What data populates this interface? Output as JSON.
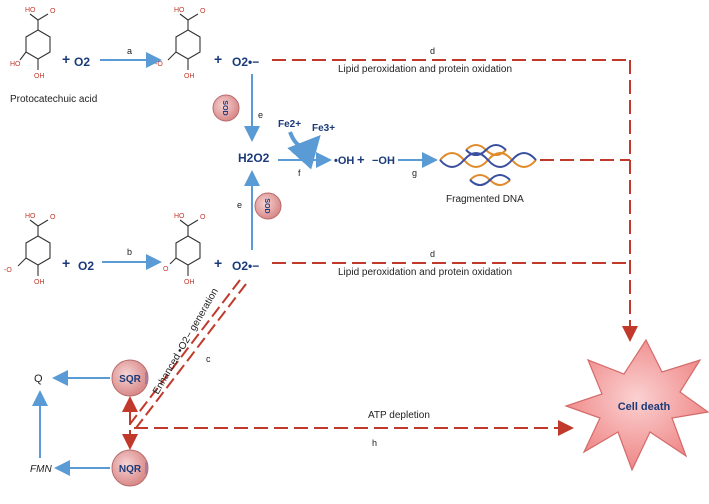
{
  "compounds": {
    "protocatechuic_acid": "Protocatechuic acid",
    "o2_a": "O2",
    "o2_b": "O2",
    "superoxide_top": "O2•−",
    "superoxide_bottom": "O2•−",
    "h2o2": "H2O2",
    "oh_radical": "•OH",
    "oh_anion": "−OH",
    "fe2": "Fe2+",
    "fe3": "Fe3+"
  },
  "plus_signs": [
    "+",
    "+",
    "+",
    "+",
    "+"
  ],
  "labels": {
    "a": "a",
    "b": "b",
    "c": "c",
    "d_top": "d",
    "d_bottom": "d",
    "e_top": "e",
    "e_bottom": "e",
    "f": "f",
    "g": "g",
    "h": "h"
  },
  "processes": {
    "lipid_top": "Lipid peroxidation and protein oxidation",
    "lipid_bottom": "Lipid peroxidation and protein oxidation",
    "fragmented_dna": "Fragmented DNA",
    "atp_depletion": "ATP depletion",
    "enhanced_generation": "Enhanced •O2− generation",
    "cell_death": "Cell death"
  },
  "enzymes": {
    "sod_top": "SOD",
    "sod_bottom": "SOD",
    "sqr": "SQR",
    "nqr": "NQR"
  },
  "products": {
    "q": "Q",
    "fmn": "FMN"
  },
  "atoms": {
    "ho": "HO",
    "oh": "OH",
    "o": "O",
    "minus_o": "-O"
  },
  "colors": {
    "blue_arrow": "#5b9bd5",
    "red_dashed": "#c0392b",
    "enzyme_fill": "#e8a7a7",
    "cell_death_fill": "#f08b8b",
    "text_blue": "#1a3a7a"
  }
}
